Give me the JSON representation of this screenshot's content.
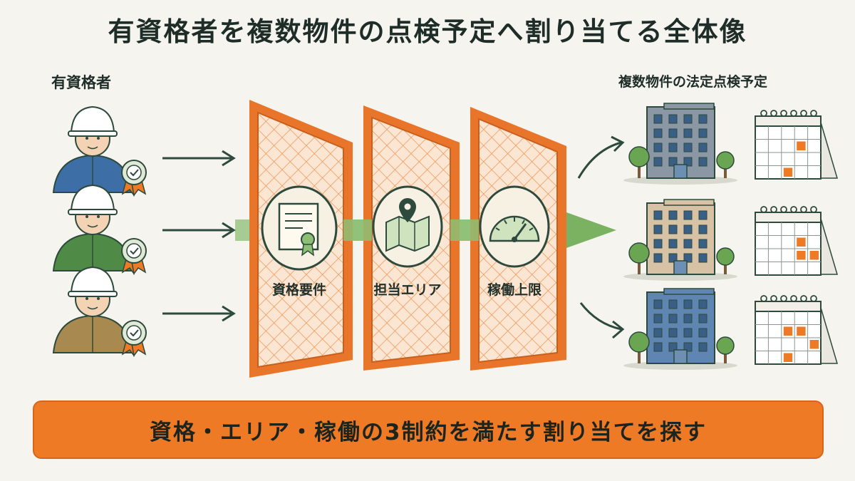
{
  "title": "有資格者を複数物件の点検予定へ割り当てる全体像",
  "left_label": "有資格者",
  "right_label": "複数物件の法定点検予定",
  "filters": [
    {
      "label": "資格要件",
      "icon": "certificate-icon"
    },
    {
      "label": "担当エリア",
      "icon": "map-pin-icon"
    },
    {
      "label": "稼働上限",
      "icon": "gauge-icon"
    }
  ],
  "workers": [
    {
      "icon": "worker-icon",
      "color": "#3d6ea5"
    },
    {
      "icon": "worker-icon",
      "color": "#4f8a47"
    },
    {
      "icon": "worker-icon",
      "color": "#a8894f"
    }
  ],
  "properties": [
    {
      "icon": "building-icon",
      "color": "#8c97a6"
    },
    {
      "icon": "building-icon",
      "color": "#d8c2a5"
    },
    {
      "icon": "building-icon",
      "color": "#5f86b3"
    }
  ],
  "colors": {
    "accent": "#ee7a26",
    "arrow": "#2d4a3c",
    "flow": "#8cbf74"
  },
  "banner": "資格・エリア・稼働の3制約を満たす割り当てを探す"
}
